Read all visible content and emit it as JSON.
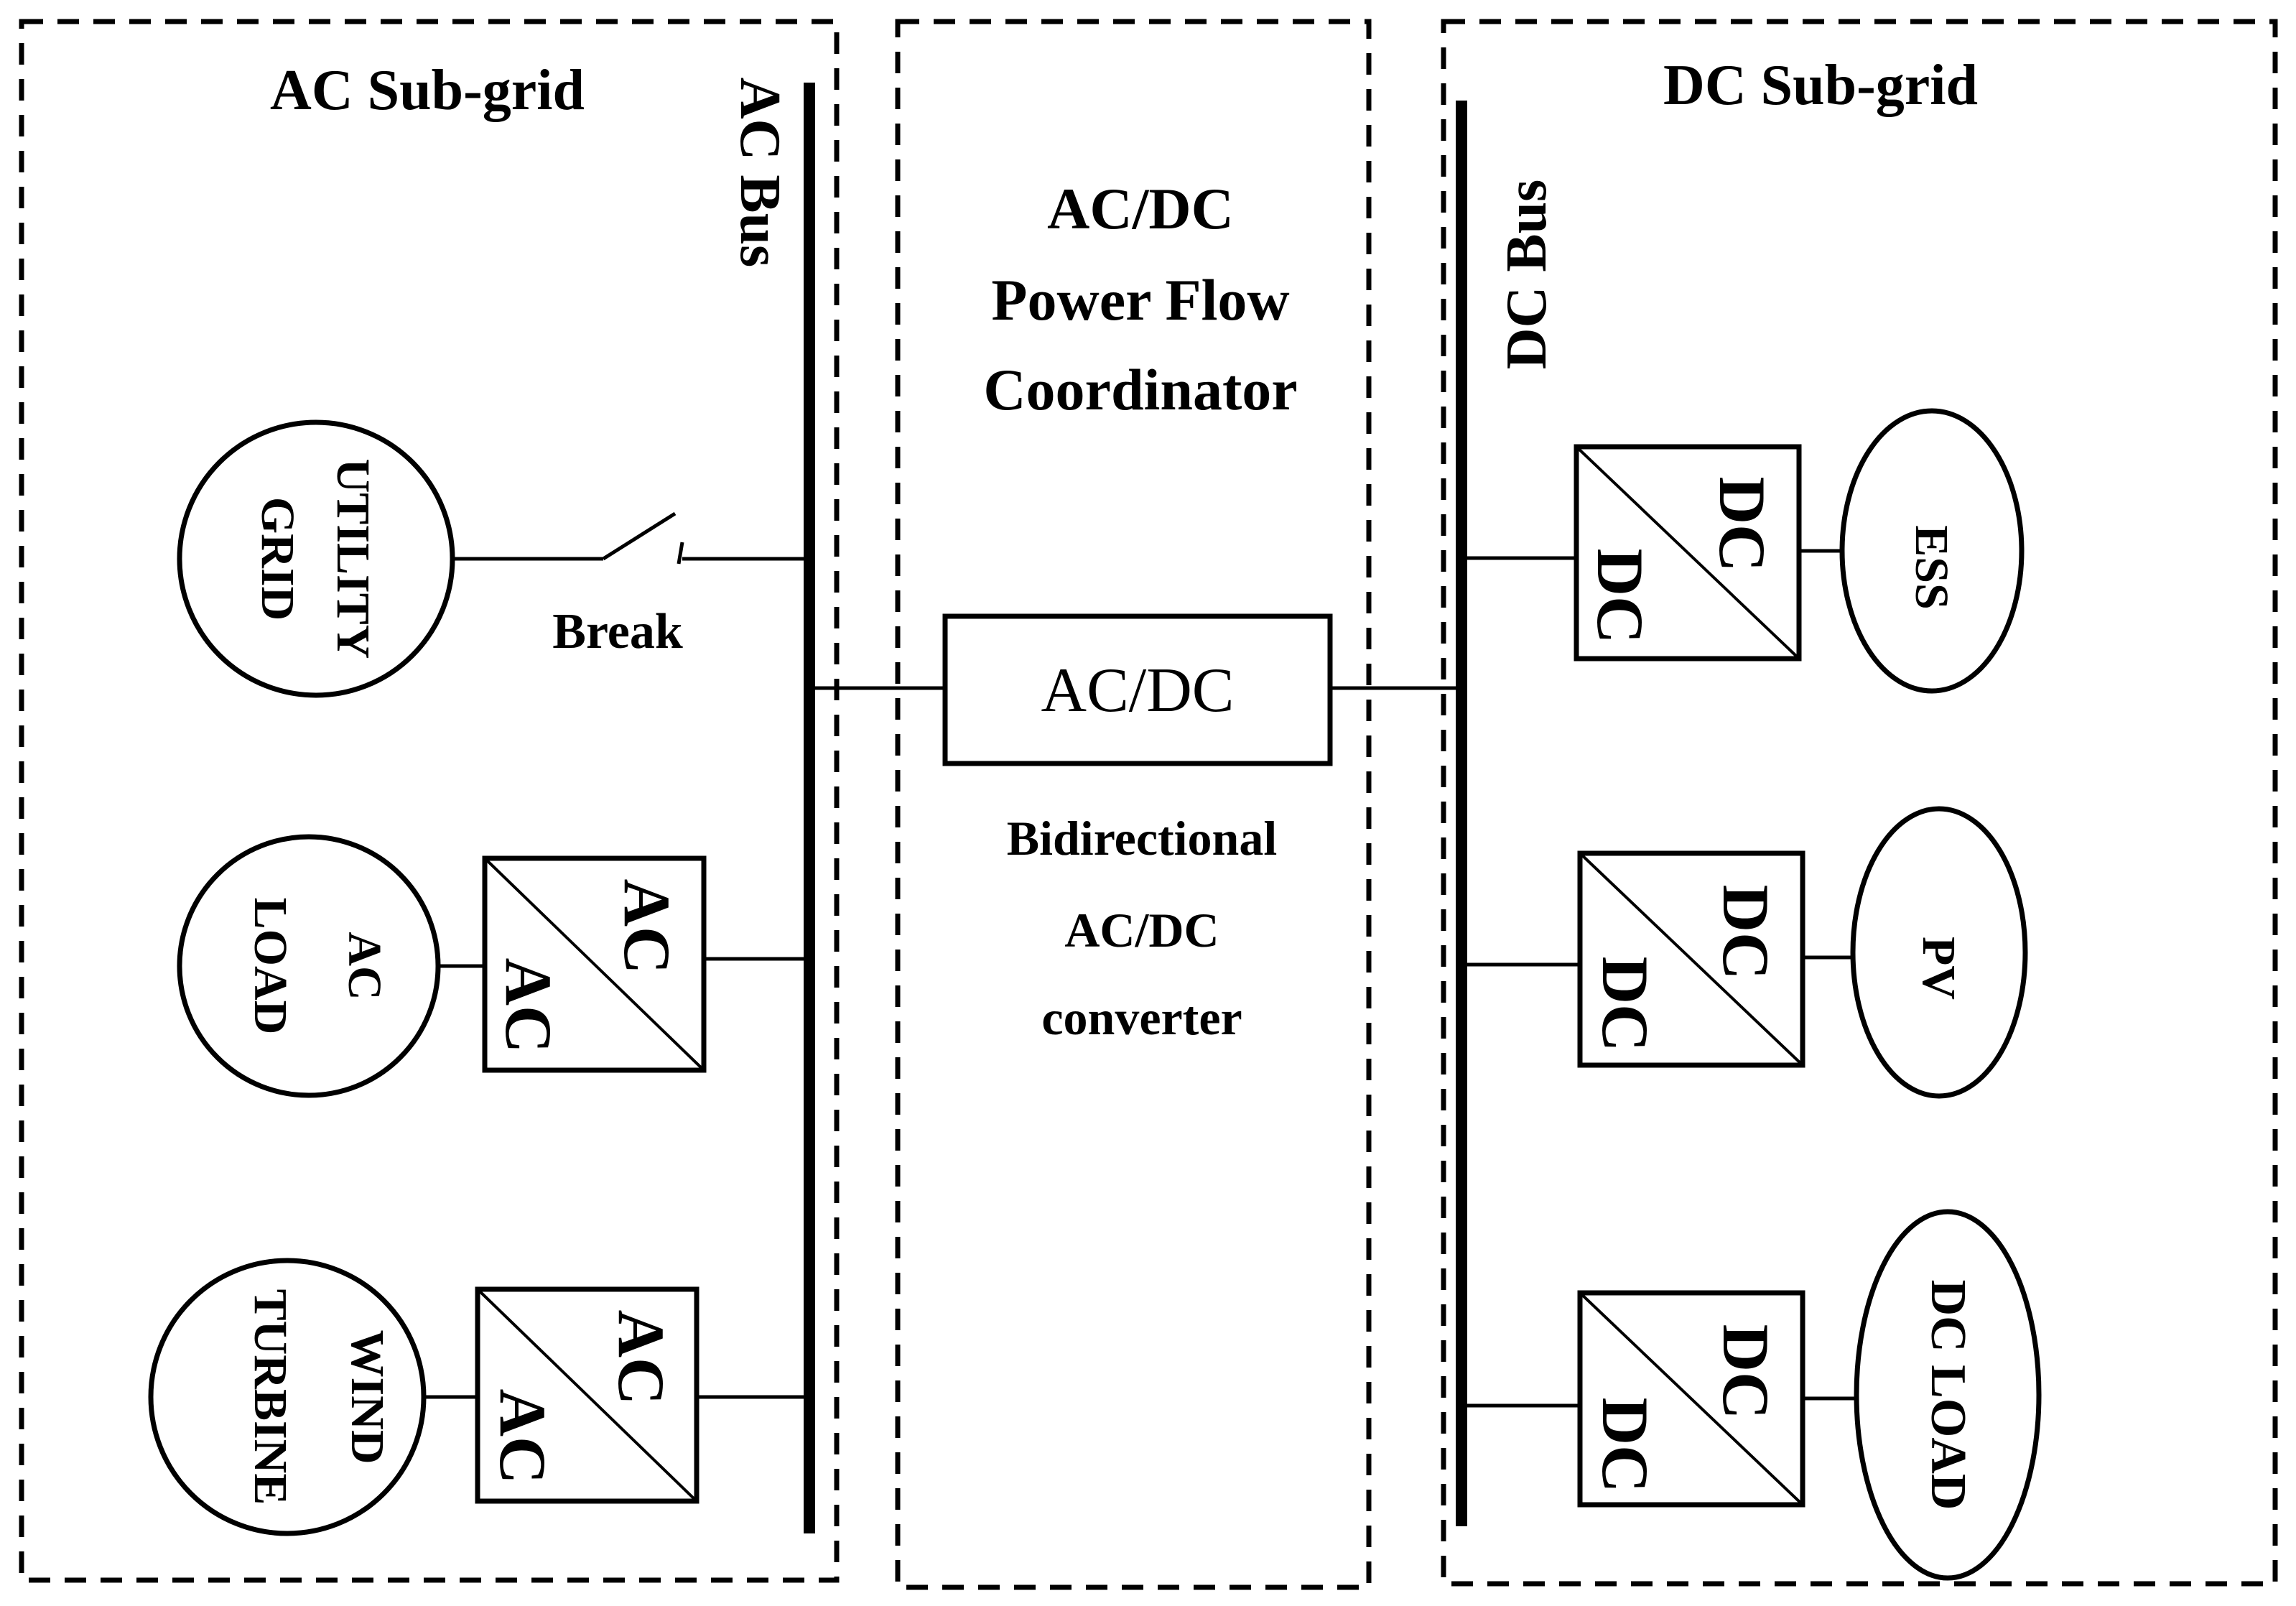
{
  "ac_subgrid": {
    "title": "AC Sub-grid",
    "bus_label": "AC Bus",
    "utility_grid": {
      "line1": "UTILITY",
      "line2": "GRID"
    },
    "breaker_label": "Break",
    "ac_load": {
      "line1": "AC",
      "line2": "LOAD"
    },
    "wind_turbine": {
      "line1": "WIND",
      "line2": "TURBINE"
    },
    "converter_top": "AC",
    "converter_bottom": "AC"
  },
  "coordinator": {
    "title_line1": "AC/DC",
    "title_line2": "Power Flow",
    "title_line3": "Coordinator",
    "converter_label": "AC/DC",
    "caption_line1": "Bidirectional",
    "caption_line2": "AC/DC",
    "caption_line3": "converter"
  },
  "dc_subgrid": {
    "title": "DC Sub-grid",
    "bus_label": "DC Bus",
    "ess": "ESS",
    "pv": "PV",
    "dc_load": "DC LOAD",
    "converter_top": "DC",
    "converter_bottom": "DC"
  }
}
